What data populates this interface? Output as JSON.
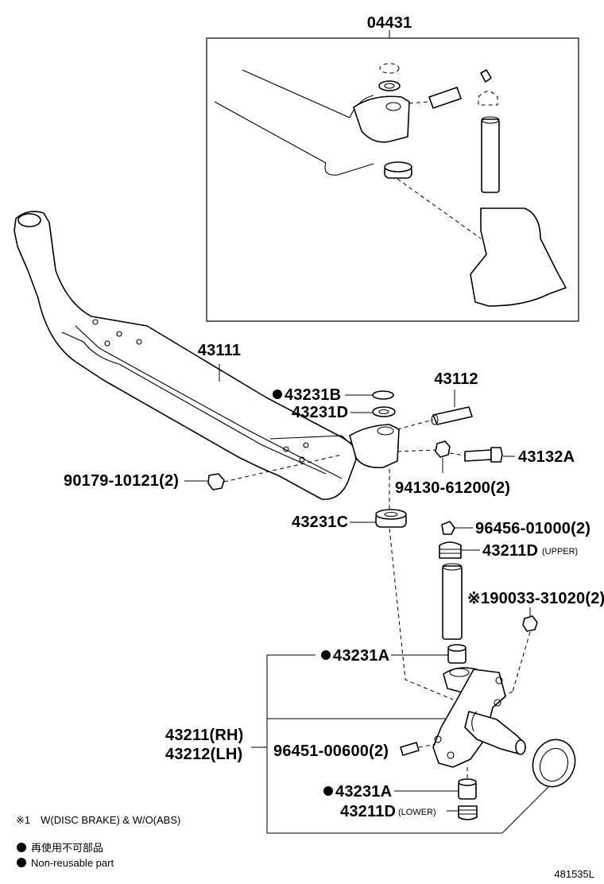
{
  "labels": {
    "kit": "04431",
    "beam": "43111",
    "pin": "43112",
    "shim_b": "43231B",
    "shim_d": "43231D",
    "cap_nut": "90179-10121(2)",
    "lock_bolt": "43132A",
    "nut": "94130-61200(2)",
    "bearing_c": "43231C",
    "fitting_upper": "96456-01000(2)",
    "cover_upper": "43211D",
    "cover_upper_note": "(UPPER)",
    "stopper": "※190033-31020(2)",
    "bushing_upper": "43231A",
    "knuckle_rh": "43211(RH)",
    "knuckle_lh": "43212(LH)",
    "fitting_lower": "96451-00600(2)",
    "bushing_lower": "43231A",
    "cover_lower": "43211D",
    "cover_lower_note": "(LOWER)"
  },
  "notes": {
    "footnote": "※1　W(DISC BRAKE) & W/O(ABS)",
    "legend_jp": "再使用不可部品",
    "legend_en": "Non-reusable part"
  },
  "illustration_id": "481535L"
}
